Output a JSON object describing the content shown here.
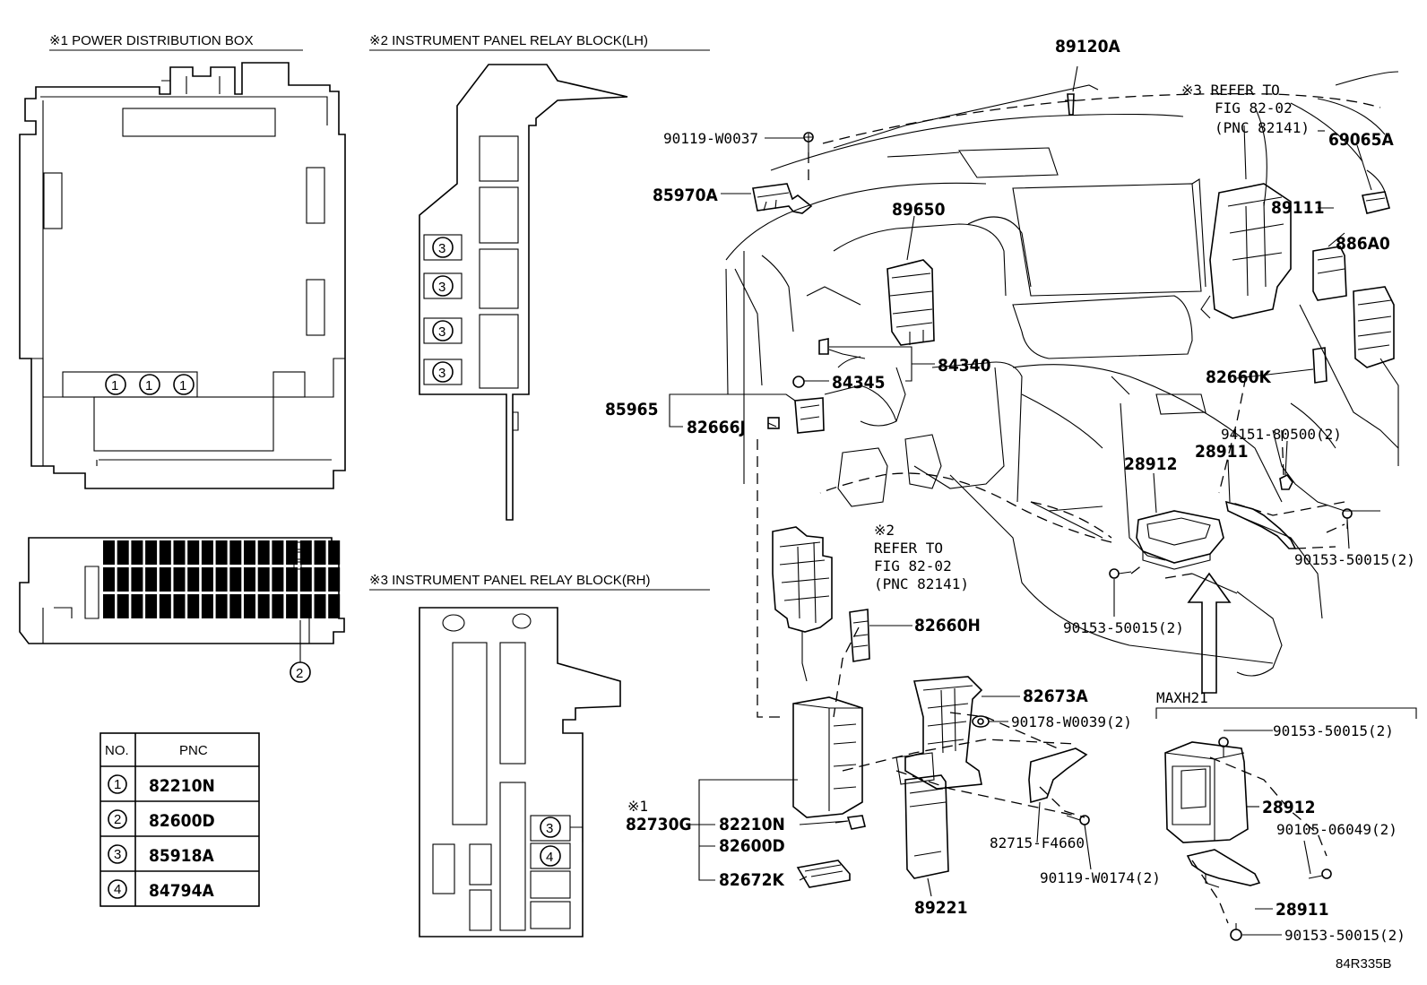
{
  "titles": {
    "power_box": "※1  POWER DISTRIBUTION BOX",
    "relay_lh": "※2 INSTRUMENT PANEL RELAY BLOCK(LH)",
    "relay_rh": "※3 INSTRUMENT PANEL RELAY BLOCK(RH)"
  },
  "pnc_table": {
    "header_no": "NO.",
    "header_pnc": "PNC",
    "rows": [
      {
        "no": "1",
        "pnc": "82210N"
      },
      {
        "no": "2",
        "pnc": "82600D"
      },
      {
        "no": "3",
        "pnc": "85918A"
      },
      {
        "no": "4",
        "pnc": "84794A"
      }
    ]
  },
  "callouts": {
    "c1": "1",
    "c2": "2",
    "c3": "3",
    "c4": "4"
  },
  "labels": {
    "p89120A": "89120A",
    "p90119_W0037": "90119-W0037",
    "p85970A": "85970A",
    "p89650": "89650",
    "p84340": "84340",
    "p84345": "84345",
    "p85965": "85965",
    "p82666J": "82666J",
    "ref3_a": "※3 REFER TO",
    "ref3_b": "FIG 82-02",
    "ref3_c": "(PNC 82141)",
    "p69065A": "69065A",
    "p89111": "89111",
    "p886A0": "886A0",
    "p82660K": "82660K",
    "p94151": "94151-80500(2)",
    "p28911_top": "28911",
    "p28912_top": "28912",
    "p90153_r": "90153-50015(2)",
    "p90153_m": "90153-50015(2)",
    "ref2_a": "※2",
    "ref2_b": "REFER TO",
    "ref2_c": "FIG 82-02",
    "ref2_d": "(PNC 82141)",
    "p82660H": "82660H",
    "p82673A": "82673A",
    "p90178": "90178-W0039(2)",
    "p82715": "82715-F4660",
    "p90119_W0174": "90119-W0174(2)",
    "p89221": "89221",
    "ref1": "※1",
    "p82730G": "82730G",
    "p82210N": "82210N",
    "p82600D": "82600D",
    "p82672K": "82672K",
    "maxh21": "MAXH21",
    "p90153_b1": "90153-50015(2)",
    "p28912_b": "28912",
    "p90105": "90105-06049(2)",
    "p28911_b": "28911",
    "p90153_b2": "90153-50015(2)",
    "fig_code": "84R335B"
  }
}
